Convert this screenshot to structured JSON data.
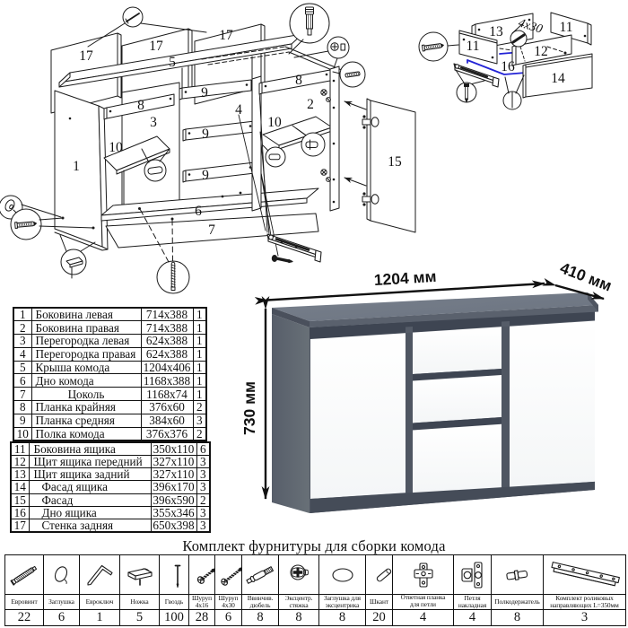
{
  "title": "Инструкция по сборке комода",
  "colors": {
    "line": "#1b1b1b",
    "accent_blue": "#2323d6",
    "body_gray": "#6a7380",
    "top_gray": "#6f7885",
    "groove_gray": "#414957",
    "plinth_gray": "#4d5562",
    "front_white": "#fbfcfd"
  },
  "diagram_main": {
    "labels": [
      "17",
      "17",
      "17",
      "5",
      "1",
      "8",
      "3",
      "10",
      "9",
      "9",
      "9",
      "4",
      "8",
      "2",
      "10",
      "6",
      "7",
      "15"
    ]
  },
  "diagram_drawer": {
    "labels": [
      "13",
      "11",
      "11",
      "12",
      "16",
      "14"
    ],
    "note": "4x30"
  },
  "render": {
    "width_label": "1204 мм",
    "depth_label": "410 мм",
    "height_label": "730 мм"
  },
  "parts_table": {
    "rows": [
      {
        "num": "1",
        "name": "Боковина левая",
        "size": "714x388",
        "qty": "1"
      },
      {
        "num": "2",
        "name": "Боковина правая",
        "size": "714x388",
        "qty": "1"
      },
      {
        "num": "3",
        "name": "Перегородка левая",
        "size": "624x388",
        "qty": "1"
      },
      {
        "num": "4",
        "name": "Перегородка правая",
        "size": "624x388",
        "qty": "1"
      },
      {
        "num": "5",
        "name": "Крыша комода",
        "size": "1204x406",
        "qty": "1"
      },
      {
        "num": "6",
        "name": "Дно комода",
        "size": "1168x388",
        "qty": "1"
      },
      {
        "num": "7",
        "name": "Цоколь",
        "size": "1168x74",
        "qty": "1"
      },
      {
        "num": "8",
        "name": "Планка крайняя",
        "size": "376x60",
        "qty": "2"
      },
      {
        "num": "9",
        "name": "Планка средняя",
        "size": "384x60",
        "qty": "3"
      },
      {
        "num": "10",
        "name": "Полка комода",
        "size": "376x376",
        "qty": "2"
      },
      {
        "num": "11",
        "name": "Боковина ящика",
        "size": "350x110",
        "qty": "6"
      },
      {
        "num": "12",
        "name": "Щит ящика передний",
        "size": "327x110",
        "qty": "3"
      },
      {
        "num": "13",
        "name": "Щит ящика задний",
        "size": "327x110",
        "qty": "3"
      },
      {
        "num": "14",
        "name": "Фасад ящика",
        "size": "396x170",
        "qty": "3"
      },
      {
        "num": "15",
        "name": "Фасад",
        "size": "396x590",
        "qty": "2"
      },
      {
        "num": "16",
        "name": "Дно ящика",
        "size": "355x346",
        "qty": "3"
      },
      {
        "num": "17",
        "name": "Стенка задняя",
        "size": "650x398",
        "qty": "3"
      }
    ]
  },
  "hardware": {
    "title": "Комплект фурнитуры для сборки комода",
    "items": [
      {
        "name": "Евровинт",
        "qty": "22",
        "icon": "euroscrew-icon"
      },
      {
        "name": "Заглушка",
        "qty": "6",
        "icon": "cap-icon"
      },
      {
        "name": "Евроключ",
        "qty": "1",
        "icon": "hexkey-icon"
      },
      {
        "name": "Ножка",
        "qty": "5",
        "icon": "foot-icon"
      },
      {
        "name": "Гвоздь",
        "qty": "100",
        "icon": "nail-icon"
      },
      {
        "name": "Шуруп 4x16",
        "qty": "28",
        "icon": "screw-small-icon"
      },
      {
        "name": "Шуруп 4x30",
        "qty": "6",
        "icon": "screw-long-icon"
      },
      {
        "name": "Ввинчив. дюбель",
        "qty": "8",
        "icon": "dowel-bolt-icon"
      },
      {
        "name": "Эксцентр. стяжка",
        "qty": "8",
        "icon": "cam-lock-icon"
      },
      {
        "name": "Заглушка для эксцентрика",
        "qty": "8",
        "icon": "cam-cap-icon"
      },
      {
        "name": "Шкант",
        "qty": "20",
        "icon": "wood-dowel-icon"
      },
      {
        "name": "Ответная планка для петли",
        "qty": "4",
        "icon": "hinge-plate-icon"
      },
      {
        "name": "Петля накладная",
        "qty": "4",
        "icon": "hinge-icon"
      },
      {
        "name": "Полкодержатель",
        "qty": "8",
        "icon": "shelf-pin-icon"
      },
      {
        "name": "Комплект роликовых направляющих L=350мм",
        "qty": "3",
        "icon": "slide-rail-icon"
      }
    ]
  }
}
